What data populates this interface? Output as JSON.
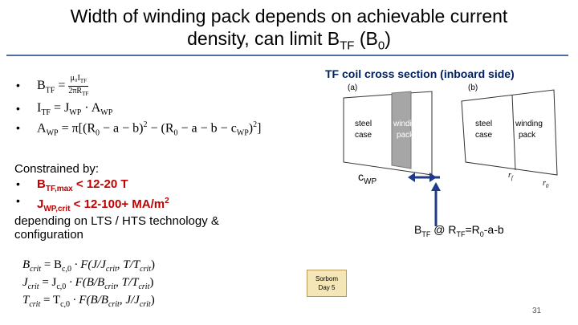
{
  "title": {
    "line1": "Width of winding pack depends on achievable current",
    "line2_prefix": "density, can limit B",
    "line2_sub": "TF",
    "line2_mid": " (B",
    "line2_sub2": "0",
    "line2_end": ")"
  },
  "equations": {
    "eq1_lhs": "B",
    "eq1_lhs_sub": "TF",
    "eq1_eq": " = ",
    "eq1_num": "μ₀I",
    "eq1_num_sub": "TF",
    "eq1_den": "2πR",
    "eq1_den_sub": "TF",
    "eq2": "I",
    "eq2_sub": "TF",
    "eq2_rest": " = J",
    "eq2_sub2": "WP",
    "eq2_rest2": " · A",
    "eq2_sub3": "WP",
    "eq3_a": "A",
    "eq3_a_sub": "WP",
    "eq3_b": " = π[(R",
    "eq3_b_sub": "0",
    "eq3_c": " − a − b)",
    "eq3_c_sup": "2",
    "eq3_d": " − (R",
    "eq3_d_sub": "0",
    "eq3_e": " − a − b − c",
    "eq3_e_sub": "WP",
    "eq3_f": ")",
    "eq3_f_sup": "2",
    "eq3_g": "]"
  },
  "constraints": {
    "header": "Constrained by:",
    "b_label": "B",
    "b_sub": "TF,max",
    "b_value": " < 12-20 T",
    "j_label": "J",
    "j_sub": "WP,crit",
    "j_value": " < 12-100+ MA/m",
    "j_sup": "2",
    "note_line1": "depending on LTS / HTS technology &",
    "note_line2": "configuration"
  },
  "diagram": {
    "heading": "TF coil cross section (inboard side)",
    "label_a": "(a)",
    "label_b": "(b)",
    "steel_case_a_1": "steel",
    "steel_case_a_2": "case",
    "winding_pack_a_1": "winding",
    "winding_pack_a_2": "pack",
    "steel_case_b_1": "steel",
    "steel_case_b_2": "case",
    "winding_pack_b_1": "winding",
    "winding_pack_b_2": "pack",
    "rf_label": "r",
    "rf_sub": "f",
    "r0_label": "r",
    "r0_sub": "0",
    "cwp_label": "c",
    "cwp_sub": "WP",
    "btf_label": "B",
    "btf_sub": "TF",
    "btf_at": " @ R",
    "btf_at_sub": "TF",
    "btf_eq": "=R",
    "btf_eq_sub": "0",
    "btf_rest": "-a-b",
    "colors": {
      "winding_pack": "#a6a6a6",
      "arrow": "#1f3a8a",
      "heading": "#002060"
    }
  },
  "critical": {
    "b_lhs": "B",
    "b_lhs_sub": "crit",
    "b_rhs": " = B",
    "b_rhs_sub": "c,0",
    "b_rest": " · F(J/J",
    "b_rest_sub": "crit",
    "b_rest2": ", T/T",
    "b_rest2_sub": "crit",
    "b_end": ")",
    "j_lhs": "J",
    "j_lhs_sub": "crit",
    "j_rhs": " = J",
    "j_rhs_sub": "c,0",
    "j_rest": " · F(B/B",
    "j_rest_sub": "crit",
    "j_rest2": ", T/T",
    "j_rest2_sub": "crit",
    "j_end": ")",
    "t_lhs": "T",
    "t_lhs_sub": "crit",
    "t_rhs": " = T",
    "t_rhs_sub": "c,0",
    "t_rest": " · F(B/B",
    "t_rest_sub": "crit",
    "t_rest2": ", J/J",
    "t_rest2_sub": "crit",
    "t_end": ")"
  },
  "sticky_note": {
    "line1": "Sorbom",
    "line2": "Day 5"
  },
  "page_number": "31"
}
